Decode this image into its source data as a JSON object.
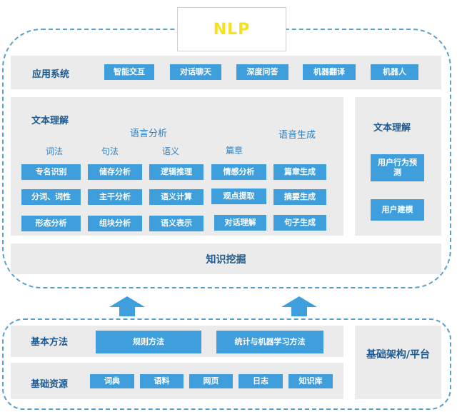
{
  "title": "NLP",
  "application": {
    "label": "应用系统",
    "items": [
      "智能交互",
      "对话聊天",
      "深度问答",
      "机器翻译",
      "机器人"
    ]
  },
  "text_understanding": {
    "label": "文本理解",
    "language_analysis": "语言分析",
    "speech_generation": "语音生成",
    "columns": [
      "词法",
      "句法",
      "语义",
      "篇章"
    ],
    "rows": [
      [
        "专名识别",
        "储存分析",
        "逻辑推理",
        "情感分析",
        "篇章生成"
      ],
      [
        "分词、词性",
        "主干分析",
        "语义计算",
        "观点提取",
        "摘要生成"
      ],
      [
        "形态分析",
        "组块分析",
        "语义表示",
        "对话理解",
        "句子生成"
      ]
    ]
  },
  "text_understanding_right": {
    "label": "文本理解",
    "items": [
      "用户行为预测",
      "用户建模"
    ]
  },
  "knowledge": {
    "label": "知识挖掘"
  },
  "methods": {
    "label": "基本方法",
    "items": [
      "规则方法",
      "统计与机器学习方法"
    ]
  },
  "resources": {
    "label": "基础资源",
    "items": [
      "词典",
      "语料",
      "网页",
      "日志",
      "知识库"
    ]
  },
  "platform": {
    "label": "基础架构/平台"
  },
  "colors": {
    "accent": "#3f9fdc",
    "panel": "#ebebeb",
    "title": "#f7e11c",
    "dash": "#5aa0cc"
  }
}
